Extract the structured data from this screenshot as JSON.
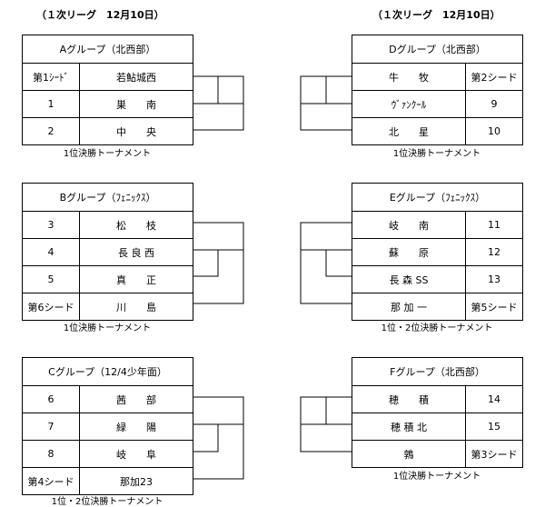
{
  "headers": {
    "left": "（１次リーグ　12月10日）",
    "right": "（１次リーグ　12月10日）"
  },
  "groups": {
    "A": {
      "title": "Aグループ（北西部）",
      "rows": [
        {
          "seed": "第1ｼｰﾄﾞ",
          "team": "若鮎城西"
        },
        {
          "seed": "1",
          "team": "巣　　南"
        },
        {
          "seed": "2",
          "team": "中　　央"
        }
      ],
      "note": "1位決勝トーナメント"
    },
    "B": {
      "title": "Bグループ（ﾌｪﾆｯｸｽ）",
      "rows": [
        {
          "seed": "3",
          "team": "松　　枝"
        },
        {
          "seed": "4",
          "team": "長 良 西"
        },
        {
          "seed": "5",
          "team": "真　　正"
        },
        {
          "seed": "第6シード",
          "team": "川　　島"
        }
      ],
      "note": "1位決勝トーナメント"
    },
    "C": {
      "title": "Cグループ（12/4少年面）",
      "rows": [
        {
          "seed": "6",
          "team": "茜　　部"
        },
        {
          "seed": "7",
          "team": "緑　　陽"
        },
        {
          "seed": "8",
          "team": "岐　　阜"
        },
        {
          "seed": "第4シード",
          "team": "那加23"
        }
      ],
      "note": "1位・2位決勝トーナメント"
    },
    "D": {
      "title": "Dグループ（北西部）",
      "rows": [
        {
          "team": "牛　　牧",
          "seed": "第2シード"
        },
        {
          "team": "ｳﾞｧﾝｸｰﾙ",
          "seed": "9"
        },
        {
          "team": "北　　星",
          "seed": "10"
        }
      ],
      "note": "1位決勝トーナメント"
    },
    "E": {
      "title": "Eグループ（ﾌｪﾆｯｸｽ）",
      "rows": [
        {
          "team": "岐　　南",
          "seed": "11"
        },
        {
          "team": "蘇　　原",
          "seed": "12"
        },
        {
          "team": "長 森 SS",
          "seed": "13"
        },
        {
          "team": "那 加 一",
          "seed": "第5シード"
        }
      ],
      "note": "1位・2位決勝トーナメント"
    },
    "F": {
      "title": "Fグループ（北西部）",
      "rows": [
        {
          "team": "穂　　積",
          "seed": "14"
        },
        {
          "team": "穂 積 北",
          "seed": "15"
        },
        {
          "team": "鶉",
          "seed": "第3シード"
        }
      ],
      "note": "1位決勝トーナメント"
    }
  }
}
